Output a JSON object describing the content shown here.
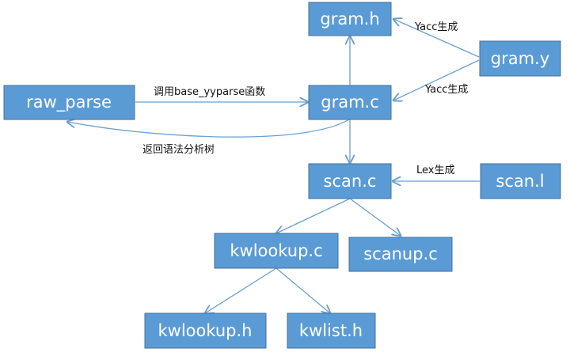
{
  "colors": {
    "node_fill": "#5b9bd5",
    "node_border": "#41719c",
    "edge": "#6a9fd1",
    "node_text": "#ffffff",
    "label_text": "#111111"
  },
  "nodes": {
    "gram_h": "gram.h",
    "gram_y": "gram.y",
    "raw_parse": "raw_parse",
    "gram_c": "gram.c",
    "scan_c": "scan.c",
    "scan_l": "scan.l",
    "kwlookup_c": "kwlookup.c",
    "scanup_c": "scanup.c",
    "kwlookup_h": "kwlookup.h",
    "kwlist_h": "kwlist.h"
  },
  "edge_labels": {
    "yacc_to_gram_h": "Yacc生成",
    "yacc_to_gram_c": "Yacc生成",
    "call_base_yyparse": "调用base_yyparse函数",
    "return_parse_tree": "返回语法分析树",
    "lex_to_scan_c": "Lex生成"
  }
}
